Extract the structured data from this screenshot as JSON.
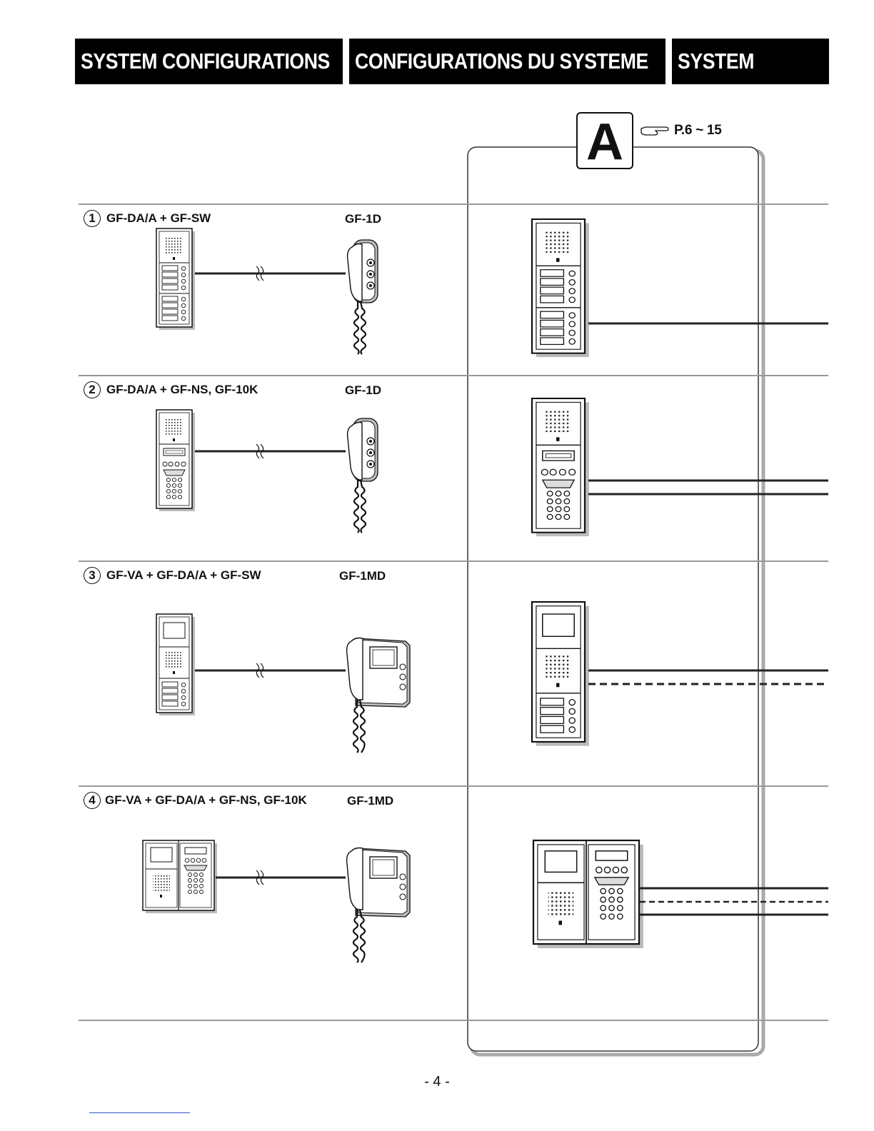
{
  "header": {
    "en": "SYSTEM CONFIGURATIONS",
    "fr": "CONFIGURATIONS DU SYSTEME",
    "de": "SYSTEM"
  },
  "section": {
    "badge": "A",
    "page_ref": "P.6 ~ 15"
  },
  "rows": [
    {
      "number": "1",
      "entrance": "GF-DA/A + GF-SW",
      "station": "GF-1D"
    },
    {
      "number": "2",
      "entrance": "GF-DA/A + GF-NS, GF-10K",
      "station": "GF-1D"
    },
    {
      "number": "3",
      "entrance": "GF-VA + GF-DA/A + GF-SW",
      "station": "GF-1MD"
    },
    {
      "number": "4",
      "entrance": "GF-VA + GF-DA/A + GF-NS, GF-10K",
      "station": "GF-1MD"
    }
  ],
  "icons": {
    "pointer": "pointing-hand-icon",
    "audio_panel": "entrance-panel-audio-icon",
    "keypad_panel": "entrance-panel-keypad-icon",
    "video_panel": "entrance-panel-video-icon",
    "handset": "audio-handset-icon",
    "monitor": "video-monitor-icon"
  },
  "page_number": "- 4 -"
}
